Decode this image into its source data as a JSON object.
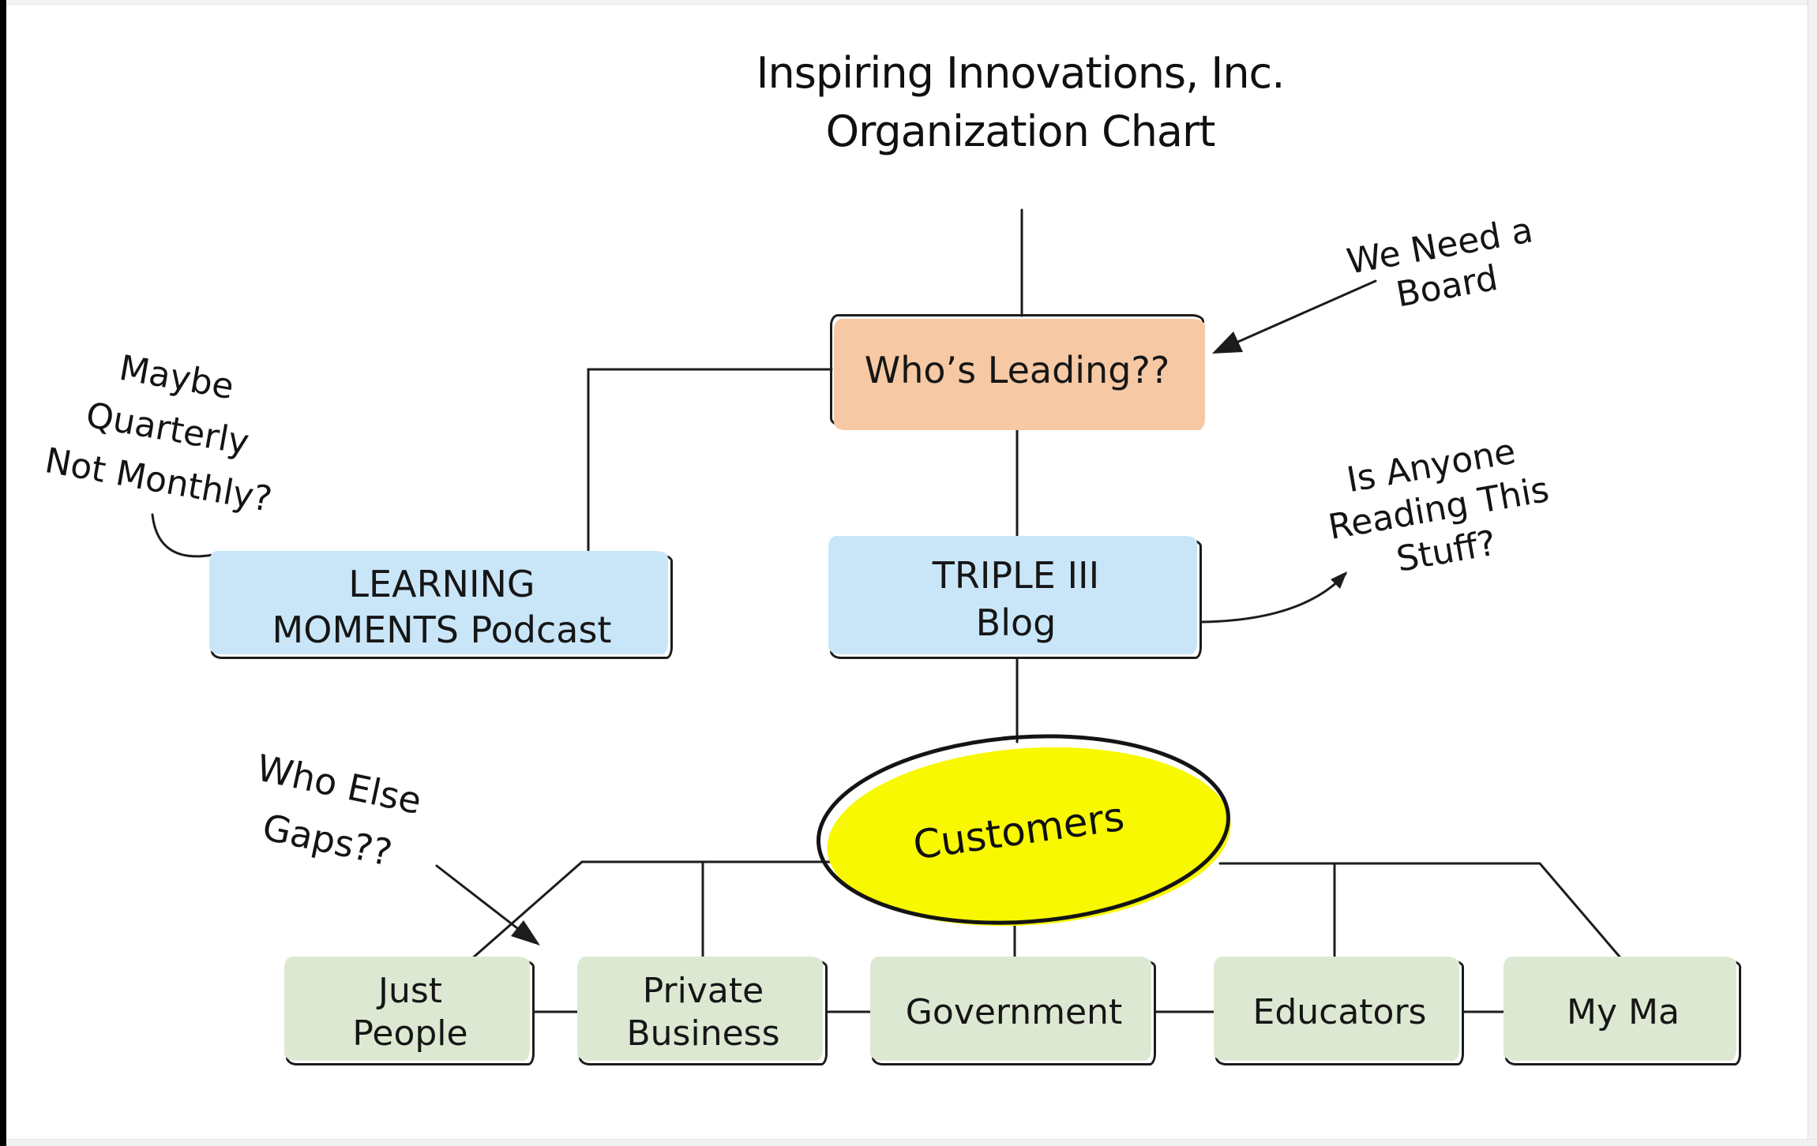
{
  "title": {
    "line1": "Inspiring Innovations, Inc.",
    "line2": "Organization Chart"
  },
  "nodes": {
    "whos_leading": {
      "label": "Who’s Leading??"
    },
    "learning_moments": {
      "line1": "LEARNING",
      "line2": "MOMENTS Podcast"
    },
    "triple_iii": {
      "line1": "TRIPLE III",
      "line2": "Blog"
    },
    "customers": {
      "label": "Customers"
    },
    "just_people": {
      "line1": "Just",
      "line2": "People"
    },
    "private_business": {
      "line1": "Private",
      "line2": "Business"
    },
    "government": {
      "label": "Government"
    },
    "educators": {
      "label": "Educators"
    },
    "my_ma": {
      "label": "My Ma"
    }
  },
  "annotations": {
    "we_need": {
      "lines": [
        "We Need a",
        "Board"
      ]
    },
    "is_anyone": {
      "lines": [
        "Is Anyone",
        "Reading This",
        "Stuff?"
      ]
    },
    "maybe": {
      "lines": [
        "Maybe",
        "Quarterly",
        "Not Monthly?"
      ]
    },
    "who_else": {
      "lines": [
        "Who Else",
        "Gaps??"
      ]
    }
  },
  "colors": {
    "orange": "#f6c9a4",
    "blue": "#c9e6f9",
    "green": "#dde8d2",
    "yellow": "#f8f802",
    "ink": "#1c1c1c"
  }
}
